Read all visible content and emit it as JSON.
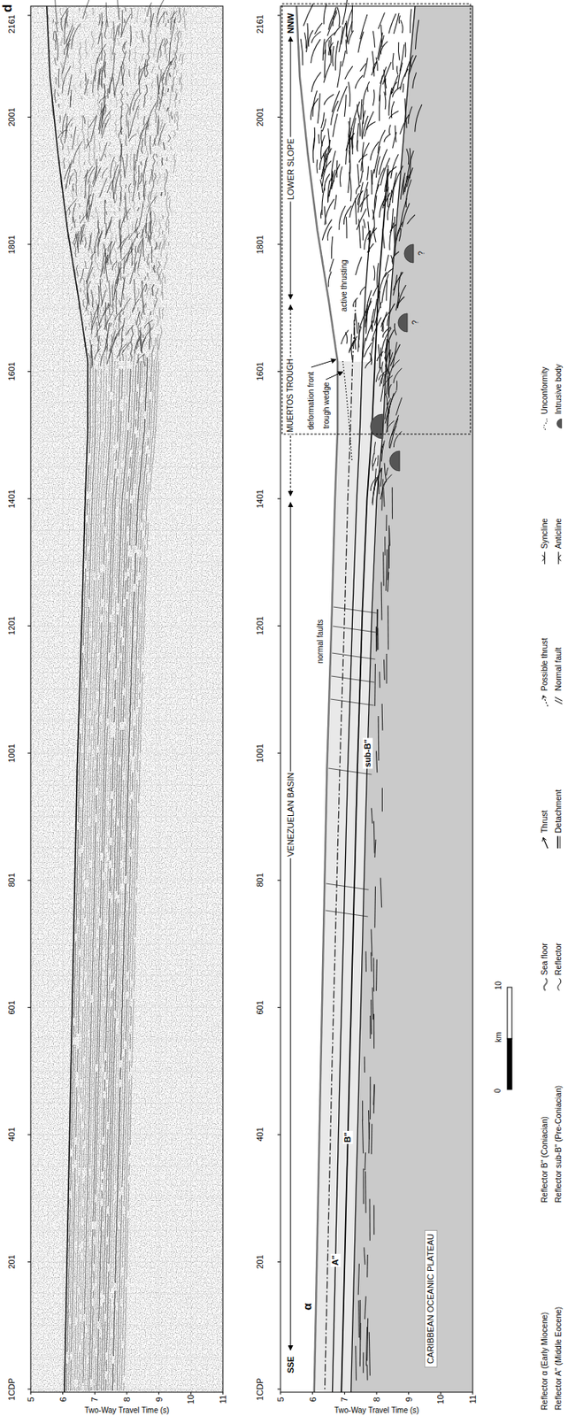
{
  "diagram": {
    "labels": [
      "d",
      "1CDP",
      "201",
      "401",
      "601",
      "801",
      "1001",
      "1201",
      "1401",
      "1601",
      "1801",
      "2001",
      "2161",
      "5",
      "6",
      "7",
      "8",
      "9",
      "10",
      "11",
      "Two-Way Travel Time (s)",
      "1CDP",
      "201",
      "401",
      "601",
      "801",
      "1001",
      "1201",
      "1401",
      "1601",
      "1801",
      "2001",
      "2161",
      "5",
      "6",
      "7",
      "8",
      "9",
      "10",
      "11",
      "Two-Way Travel Time (s)",
      "SSE",
      "NNW",
      "VENEZUELAN BASIN",
      "MUERTOS TROUGH",
      "LOWER SLOPE",
      "deformation front",
      "trough wedge",
      "active thrusting",
      "normal faults",
      "α",
      "A\"",
      "B\"",
      "sub-B\"",
      "CARIBBEAN OCEANIC PLATEAU",
      "?",
      "?",
      "km",
      "0",
      "10"
    ],
    "legend": [
      {
        "text": "Reflector α (Early Miocene)"
      },
      {
        "text": "Reflector A\" (Middle Eocene)"
      },
      {
        "text": "Reflector B\" (Coniacian)"
      },
      {
        "text": "Reflector sub-B\" (Pre-Coniacian)"
      },
      {
        "text": "Sea floor"
      },
      {
        "text": "Reflector"
      },
      {
        "text": "Thrust"
      },
      {
        "text": "Detachment"
      },
      {
        "text": "Possible thrust"
      },
      {
        "text": "Normal fault"
      },
      {
        "text": "Syncline"
      },
      {
        "text": "Anticline"
      },
      {
        "text": "Unconformity"
      },
      {
        "text": "Intrusive body"
      }
    ]
  }
}
